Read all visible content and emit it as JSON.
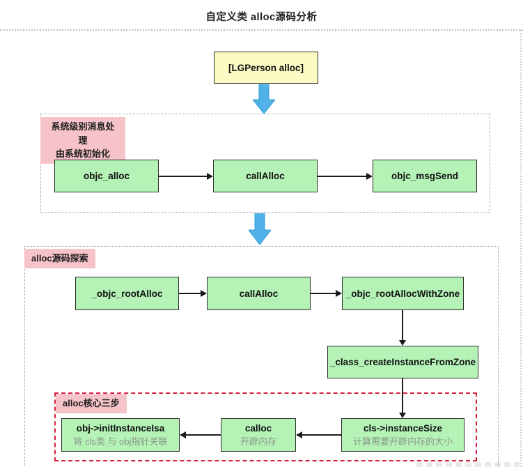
{
  "page": {
    "title": "自定义类 alloc源码分析"
  },
  "entry_node": {
    "label": "[LGPerson alloc]"
  },
  "section_system": {
    "label_line1": "系统级别消息处理",
    "label_line2": "由系统初始化",
    "nodes": [
      "objc_alloc",
      "callAlloc",
      "objc_msgSend"
    ]
  },
  "section_alloc": {
    "label": "alloc源码探索",
    "row_nodes": [
      "_objc_rootAlloc",
      "callAlloc",
      "_objc_rootAllocWithZone"
    ],
    "mid_node": "_class_createInstanceFromZone",
    "core": {
      "label": "alloc核心三步",
      "nodes": [
        {
          "title": "obj->initInstanceIsa",
          "subtitle": "将 cls类 与 obj指针关联"
        },
        {
          "title": "calloc",
          "subtitle": "开辟内存"
        },
        {
          "title": "cls->instanceSize",
          "subtitle": "计算需要开辟内存的大小"
        }
      ]
    }
  },
  "colors": {
    "node_green": "#b4f2b6",
    "node_yellow": "#fdfbc4",
    "label_pink": "#f6c3c9",
    "arrow_blue": "#50b2e8",
    "core_border_red": "#d6203f"
  }
}
